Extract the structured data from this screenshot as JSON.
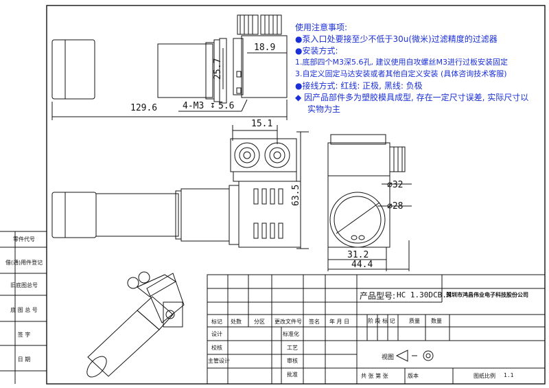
{
  "notes": {
    "title": "使用注意事项:",
    "line1": "●泵入口处要接至少不低于30u(微米)过滤精度的过滤器",
    "line2": "●安装方式:",
    "line3": "1.底部四个M3深5.6孔, 建议使用自攻螺丝M3进行过板安装固定",
    "line4": "3.自定义固定马达安装或者其他自定义安装 (具体咨询技术客服)",
    "line5": "●接线方式: 红线: 正极, 黑线: 负极",
    "line6": "◆ 因产品部件多为塑胶模具成型, 存在一定尺寸误差, 实际尺寸以",
    "line7": "实物为主"
  },
  "dimensions": {
    "d18_9": "18.9",
    "d25_7": "25.7",
    "d129_6": "129.6",
    "d4m3": "4-M3",
    "d5_6": "5.6",
    "d15_1": "15.1",
    "d63_5": "63.5",
    "d32": "32",
    "d28": "28",
    "d31_2": "31.2",
    "d44_4": "44.4"
  },
  "left_labels": {
    "part_code": "零件代号",
    "borrow_reg": "借(通)用件登记",
    "old_base": "旧底图总号",
    "base_total": "底 图 总 号",
    "sign": "签    字",
    "date": "日    期"
  },
  "title_block": {
    "model_label": "产品型号:",
    "model_value": "HC 1.30DCB.M",
    "company": "深圳市鸿昌伟业电子科技股份公司",
    "mark": "标记",
    "count": "处数",
    "zone": "分区",
    "change_doc": "更改文件号",
    "signature": "签名",
    "ymd": "年 月 日",
    "stage_mark": "阶 段 标 记",
    "weight": "质量",
    "quantity": "数量",
    "design": "设计",
    "standardize": "标准化",
    "check": "校核",
    "process": "工艺",
    "chief_design": "主管设计",
    "review": "审核",
    "approve": "批准",
    "view": "视图",
    "sheets": "共  张  第  张",
    "version": "版本",
    "scale_label": "图纸比例",
    "scale_value": "1.1"
  }
}
